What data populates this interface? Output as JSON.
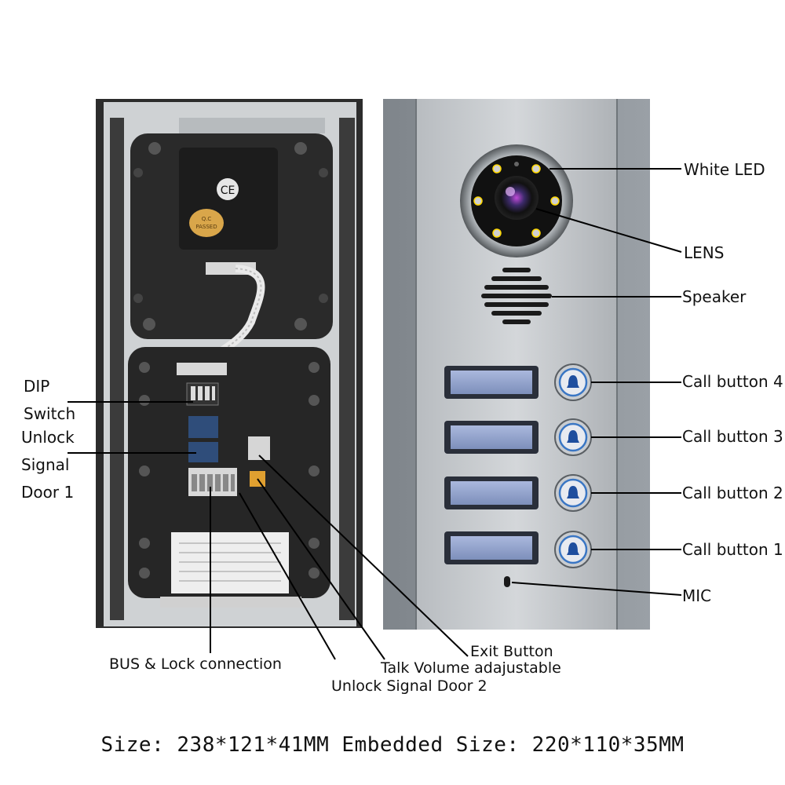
{
  "labels": {
    "white_led": "White LED",
    "lens": "LENS",
    "speaker": "Speaker",
    "call4": "Call button 4",
    "call3": "Call button 3",
    "call2": "Call button 2",
    "call1": "Call button 1",
    "mic": "MIC",
    "dip_1": "DIP",
    "dip_2": "Switch",
    "unlock1_1": "Unlock",
    "unlock1_2": "Signal",
    "unlock1_3": "Door 1",
    "bus_lock": "BUS & Lock connection",
    "exit_button": "Exit Button",
    "talk_volume": "Talk Volume adajustable",
    "unlock2": "Unlock Signal Door 2"
  },
  "footer": "Size: 238*121*41MM Embedded Size: 220*110*35MM",
  "colors": {
    "panel_silver": "#aeb3b8",
    "frame_dark": "#3a3a3a",
    "module_black": "#262626",
    "nameplate_blue": "#8d9fc4",
    "button_blue": "#3a76c4"
  }
}
